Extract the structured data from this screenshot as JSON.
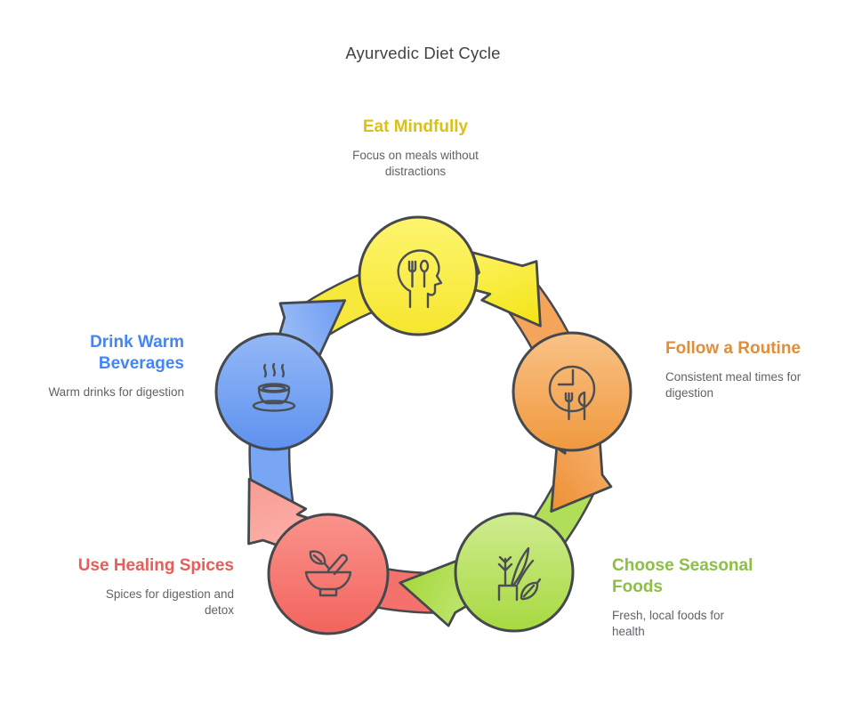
{
  "title": "Ayurvedic Diet Cycle",
  "palette": {
    "outline": "#45494e",
    "description_text": "#5f6368",
    "title_text": "#3f4347"
  },
  "steps": [
    {
      "label": "Eat Mindfully",
      "description": "Focus on meals without distractions",
      "color": "#dcc014",
      "node_color": "#f6e62e",
      "icon": "head-with-utensils-icon"
    },
    {
      "label": "Follow a Routine",
      "description": "Consistent meal times for digestion",
      "color": "#e28d37",
      "node_color": "#f0993e",
      "icon": "clock-with-utensils-icon"
    },
    {
      "label": "Choose Seasonal Foods",
      "description": "Fresh, local foods for health",
      "color": "#8cbf43",
      "node_color": "#a7d940",
      "icon": "plants-and-leaf-icon"
    },
    {
      "label": "Use Healing Spices",
      "description": "Spices for digestion and detox",
      "color": "#e95c57",
      "node_color": "#f3645e",
      "icon": "mortar-pestle-icon"
    },
    {
      "label": "Drink Warm Beverages",
      "description": "Warm drinks for digestion",
      "color": "#4385f4",
      "node_color": "#5e92ef",
      "icon": "steaming-cup-icon"
    }
  ]
}
